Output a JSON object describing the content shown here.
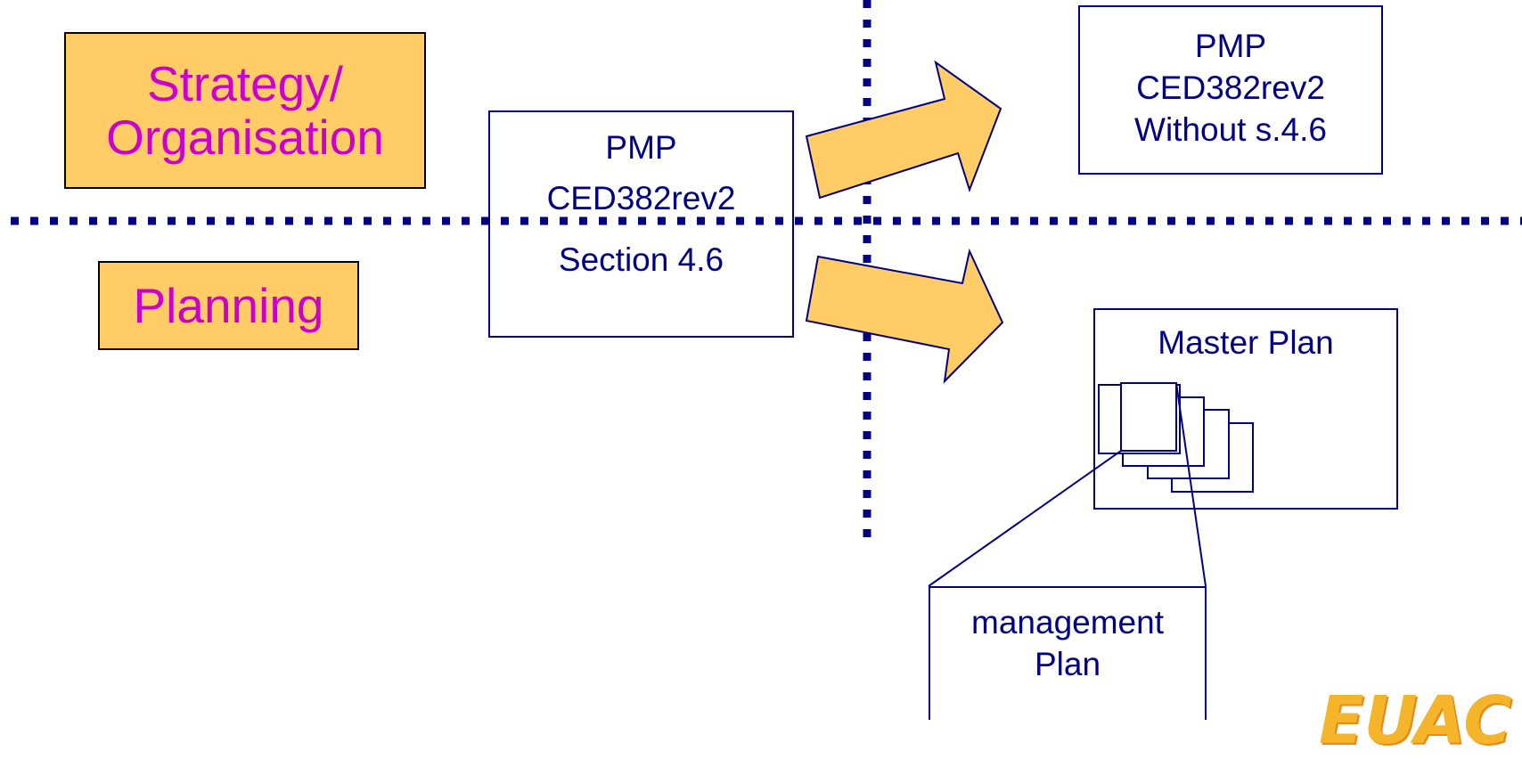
{
  "labels": {
    "strategy_line1": "Strategy/",
    "strategy_line2": "Organisation",
    "planning": "Planning"
  },
  "boxes": {
    "pmp_section": {
      "line1": "PMP",
      "line2": "CED382rev2",
      "line3": "Section 4.6"
    },
    "pmp_without": {
      "line1": "PMP",
      "line2": "CED382rev2",
      "line3": "Without s.4.6"
    },
    "master_plan": {
      "title": "Master Plan"
    },
    "management_plan": {
      "line1": "management",
      "line2": "Plan"
    }
  },
  "logo": {
    "text": "EUAC"
  },
  "colors": {
    "label_fill": "#ffcc66",
    "label_text": "#cc00cc",
    "box_stroke": "#000080",
    "box_text": "#000080",
    "arrow_fill": "#ffcc66",
    "divider": "#000080"
  }
}
